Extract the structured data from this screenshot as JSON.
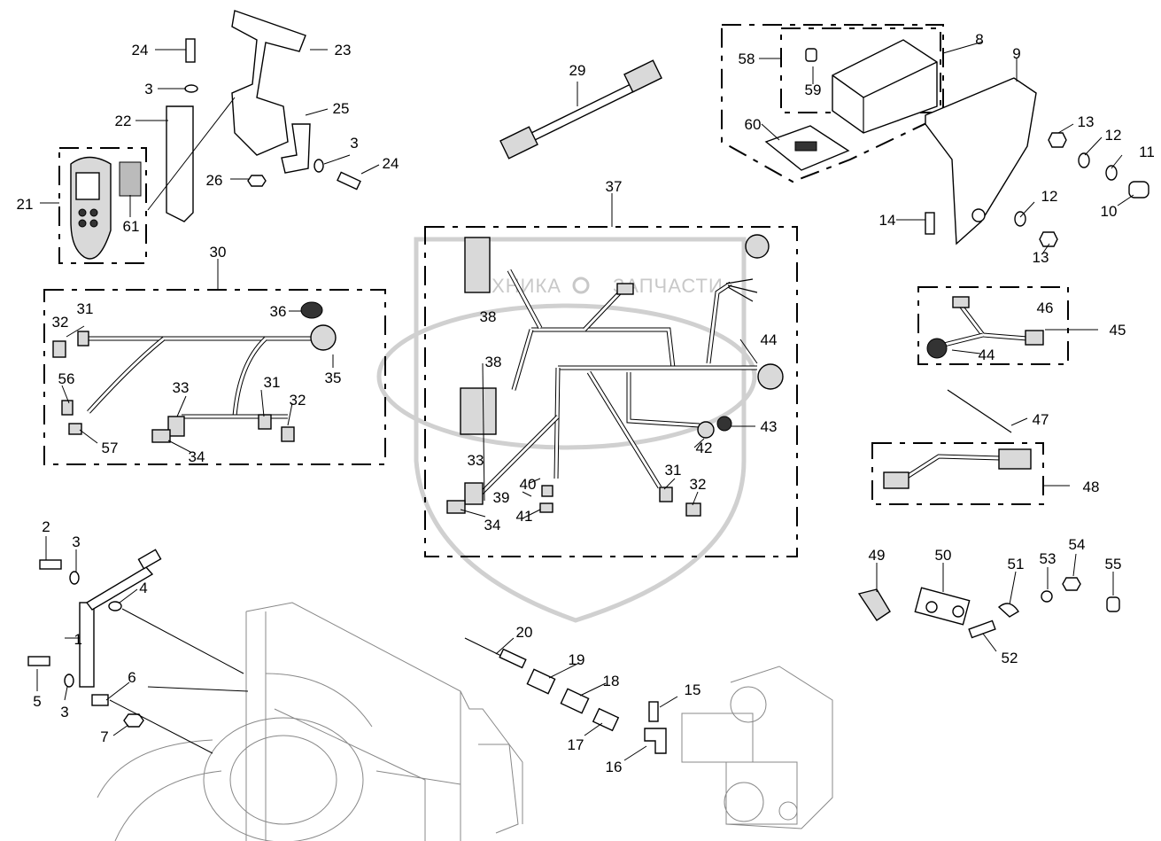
{
  "diagram": {
    "watermark": {
      "left": "ТЕХНИКА",
      "right": "ЗАПЧАСТИ"
    },
    "callouts": [
      "1",
      "2",
      "3",
      "4",
      "5",
      "6",
      "7",
      "8",
      "9",
      "10",
      "11",
      "12",
      "13",
      "14",
      "15",
      "16",
      "17",
      "18",
      "19",
      "20",
      "21",
      "22",
      "23",
      "24",
      "25",
      "26",
      "29",
      "30",
      "31",
      "32",
      "33",
      "34",
      "35",
      "36",
      "37",
      "38",
      "39",
      "40",
      "41",
      "42",
      "43",
      "44",
      "45",
      "46",
      "47",
      "48",
      "49",
      "50",
      "51",
      "52",
      "53",
      "54",
      "55",
      "56",
      "57",
      "58",
      "59",
      "60",
      "61"
    ]
  }
}
